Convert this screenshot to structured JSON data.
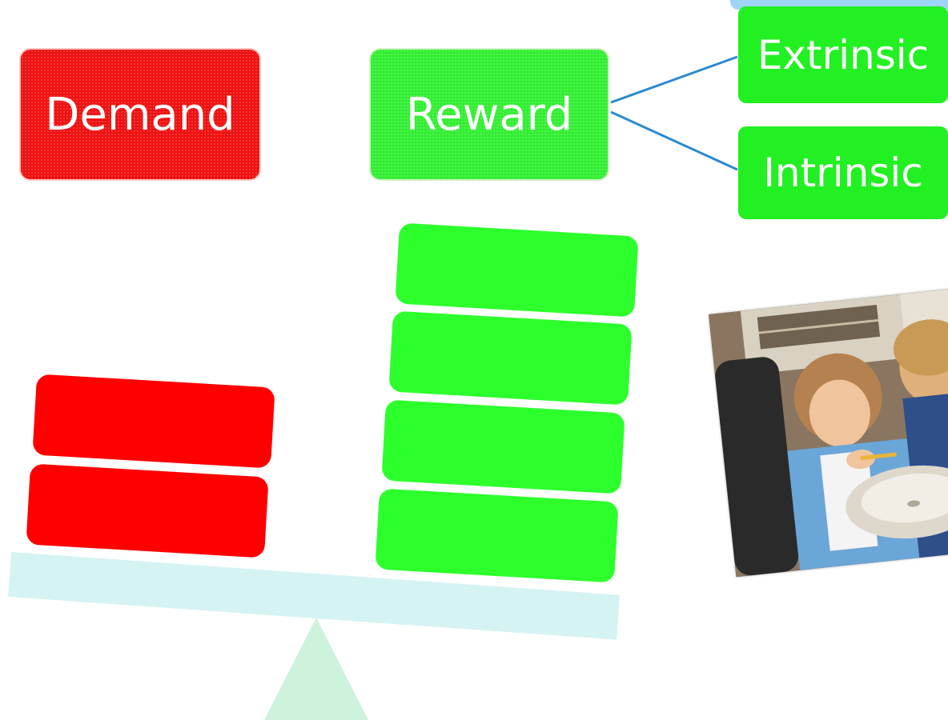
{
  "labels": {
    "demand": "Demand",
    "reward": "Reward",
    "extrinsic": "Extrinsic",
    "intrinsic": "Intrinsic"
  },
  "scale": {
    "demand_blocks": 2,
    "reward_blocks": 4
  },
  "colors": {
    "demand": "#ff0000",
    "reward": "#2cff2c",
    "beam": "#d6f3f3",
    "fulcrum": "#cdf3dc",
    "connector": "#2a8ad0"
  },
  "photo": {
    "subject": "child brushing teeth at dental chair with adult"
  }
}
